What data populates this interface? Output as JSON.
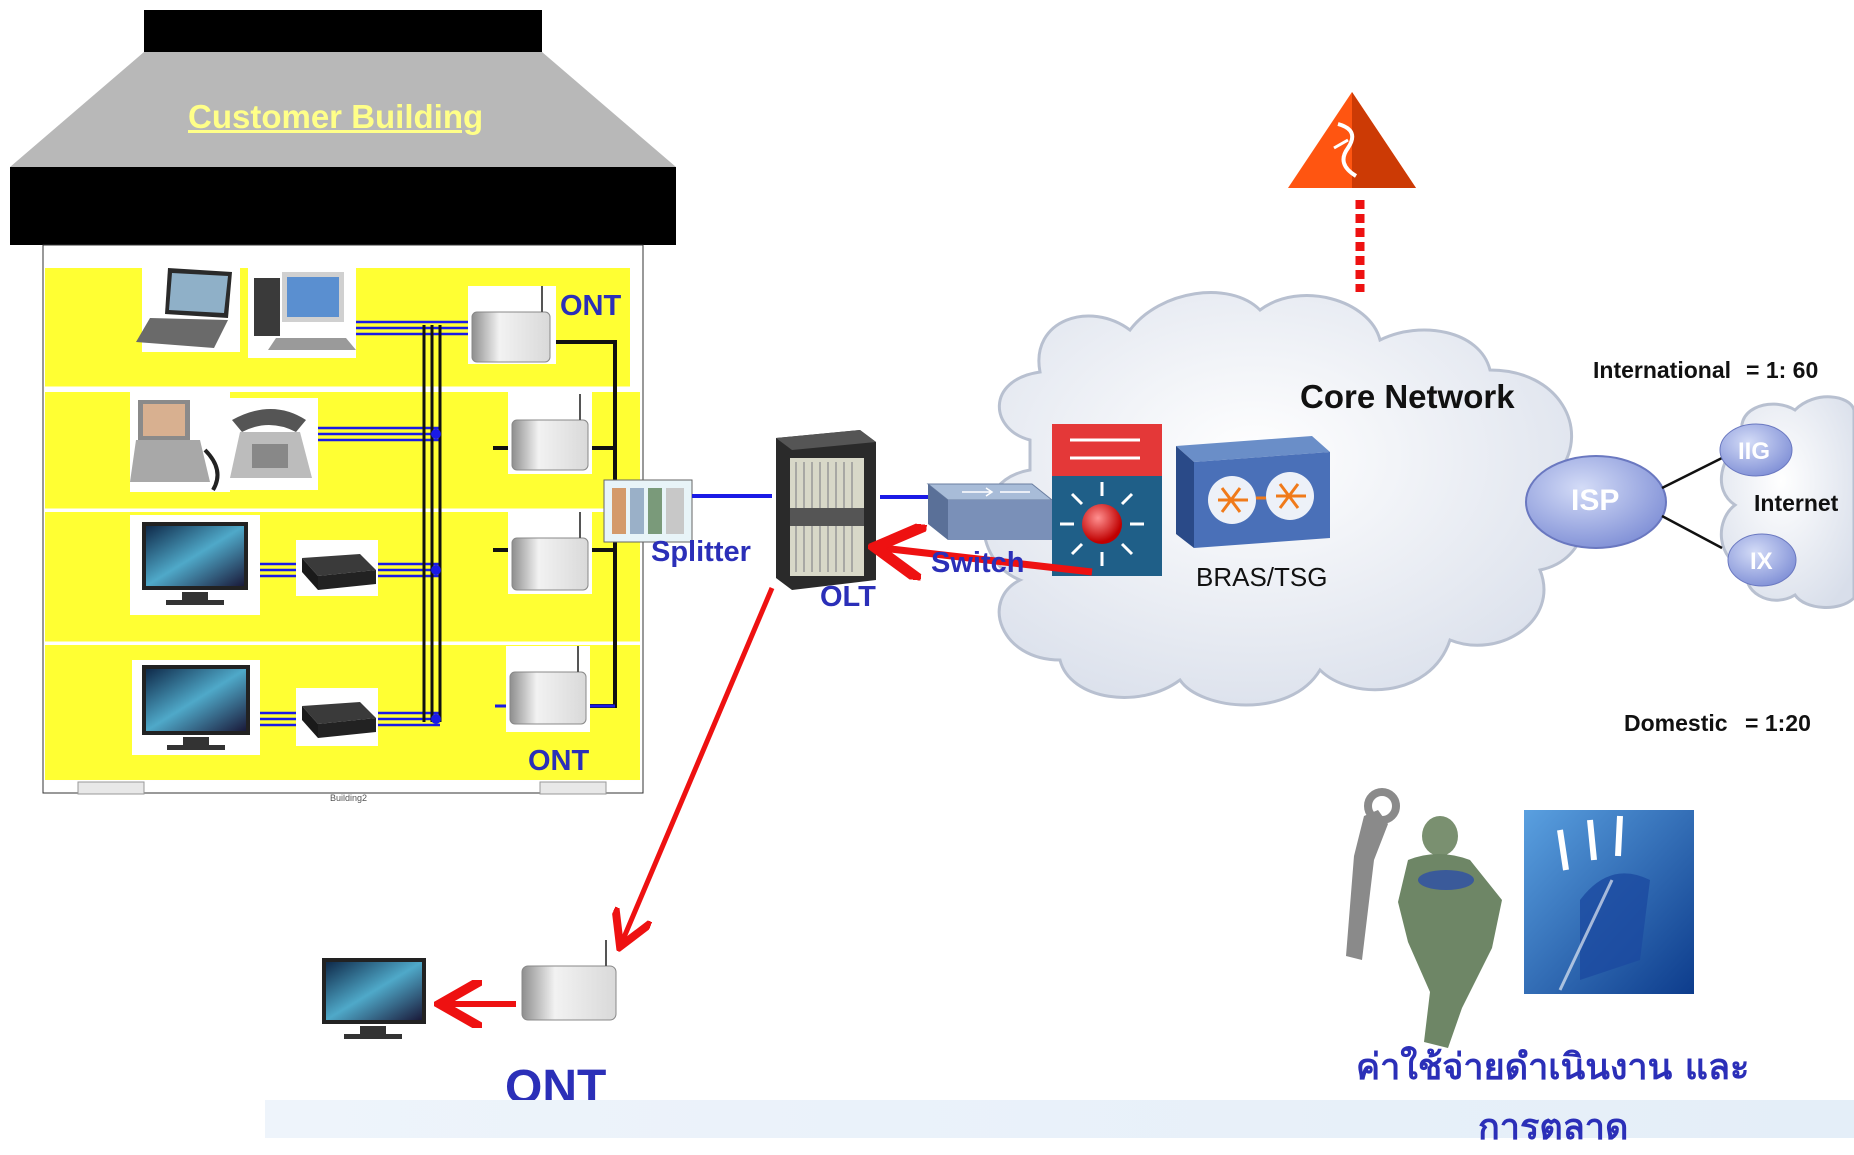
{
  "building": {
    "title": "Customer  Building",
    "footer_text": "Building2",
    "colors": {
      "roof": "#b8b8b8",
      "band": "#000000",
      "floor": "#ffff33",
      "title": "#ffff88"
    }
  },
  "labels": {
    "ont_top": "ONT",
    "ont_bottom": "ONT",
    "splitter": "Splitter",
    "olt": "OLT",
    "switch": "Switch",
    "bras": "BRAS/TSG",
    "core_network": "Core Network",
    "isp": "ISP",
    "iig": "IIG",
    "ix": "IX",
    "internet": "Internet",
    "international_label": "International",
    "international_ratio": "= 1: 60",
    "domestic_label": "Domestic",
    "domestic_ratio": "= 1:20",
    "ont_outside": "ONT",
    "opex_line1": "ค่าใช้จ่ายดำเนินงาน และ",
    "opex_line2": "การตลาด"
  },
  "icons": [
    "laptop-icon",
    "desktop-pc-icon",
    "video-phone-icon",
    "desk-phone-icon",
    "tv-icon",
    "set-top-box-icon",
    "ont-device-icon",
    "splitter-icon",
    "olt-chassis-icon",
    "switch-icon",
    "router-icon",
    "bras-icon",
    "cloud-icon",
    "pyramid-icon",
    "mechanic-icon",
    "clock-icon"
  ],
  "colors": {
    "link_blue": "#1a1ae6",
    "arrow_red": "#ee1111",
    "text_blue": "#2b2fb8",
    "cloud": "#e6ebf4",
    "isp_bubble": "#9aa8e0",
    "pyramid": "#ff5511"
  }
}
